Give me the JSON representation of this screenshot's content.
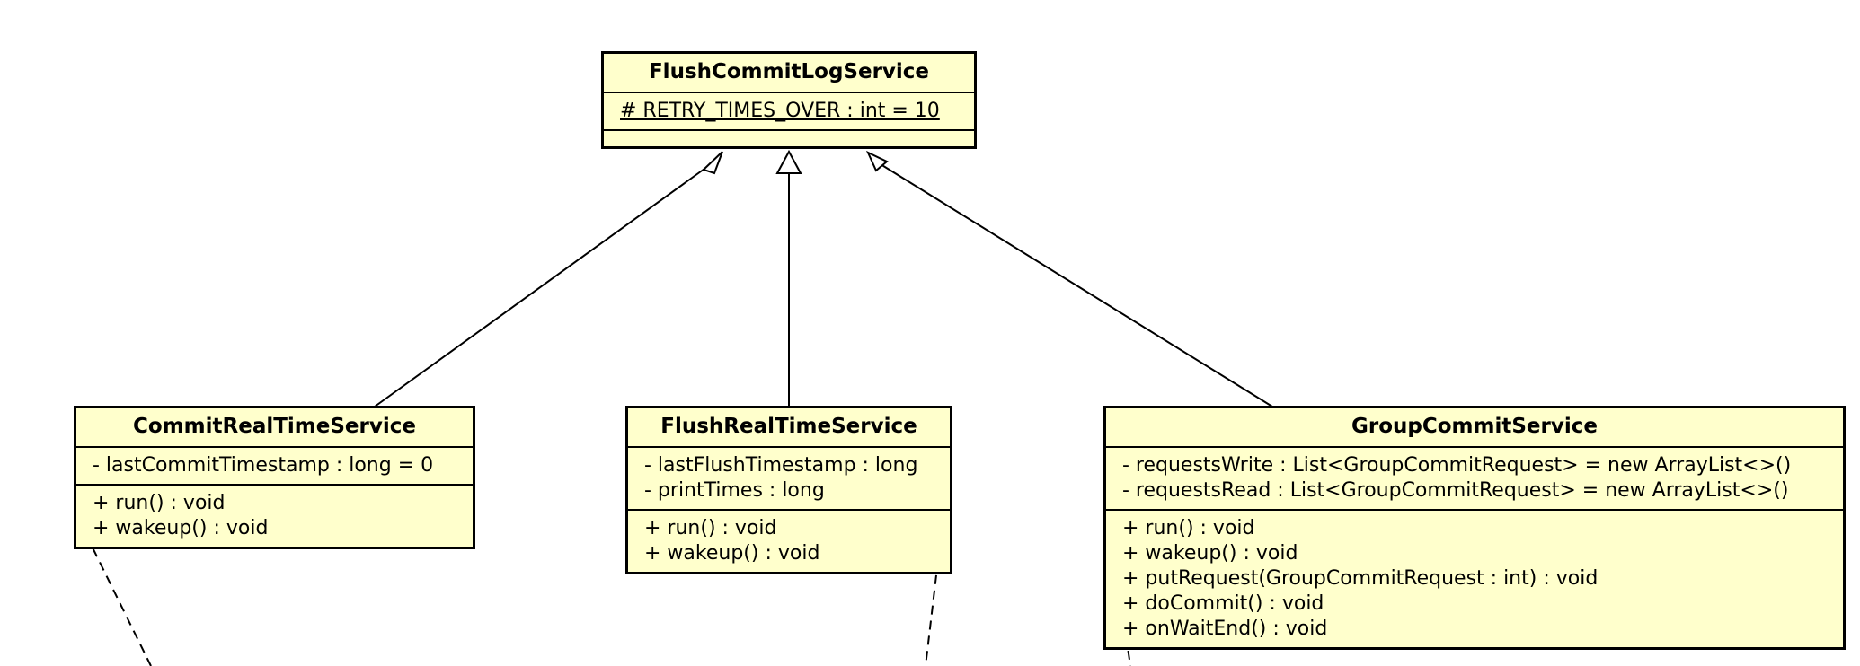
{
  "classes": {
    "flush_commit_log_service": {
      "name": "FlushCommitLogService",
      "attributes": [
        "# RETRY_TIMES_OVER : int = 10"
      ],
      "operations": []
    },
    "commit_real_time_service": {
      "name": "CommitRealTimeService",
      "attributes": [
        "- lastCommitTimestamp : long = 0"
      ],
      "operations": [
        "+ run() : void",
        "+ wakeup() : void"
      ]
    },
    "flush_real_time_service": {
      "name": "FlushRealTimeService",
      "attributes": [
        "- lastFlushTimestamp : long",
        "- printTimes : long"
      ],
      "operations": [
        "+ run() : void",
        "+ wakeup() : void"
      ]
    },
    "group_commit_service": {
      "name": "GroupCommitService",
      "attributes": [
        "- requestsWrite : List<GroupCommitRequest> = new ArrayList<>()",
        "- requestsRead : List<GroupCommitRequest> = new ArrayList<>()"
      ],
      "operations": [
        "+ run() : void",
        "+ wakeup() : void",
        "+ putRequest(GroupCommitRequest : int) : void",
        "+ doCommit() : void",
        "+ onWaitEnd() : void"
      ]
    }
  },
  "colors": {
    "class_fill": "#ffffcc",
    "stroke": "#000000",
    "background": "#ffffff"
  }
}
